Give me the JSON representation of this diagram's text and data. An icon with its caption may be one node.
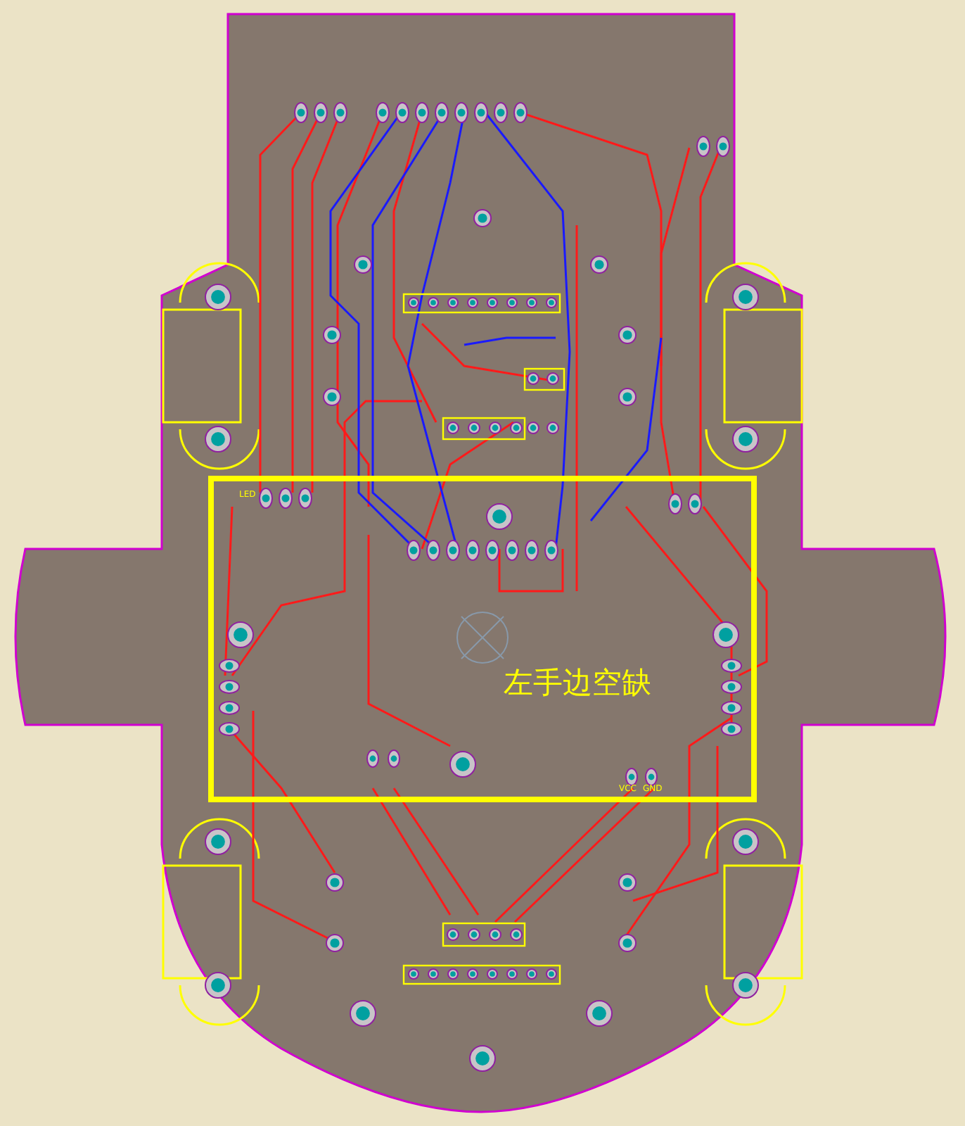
{
  "diagram": {
    "nodes": [
      {
        "text": [
          "左手边空缺"
        ]
      }
    ],
    "labels": [
      "LED",
      "VCC",
      "GND"
    ]
  }
}
